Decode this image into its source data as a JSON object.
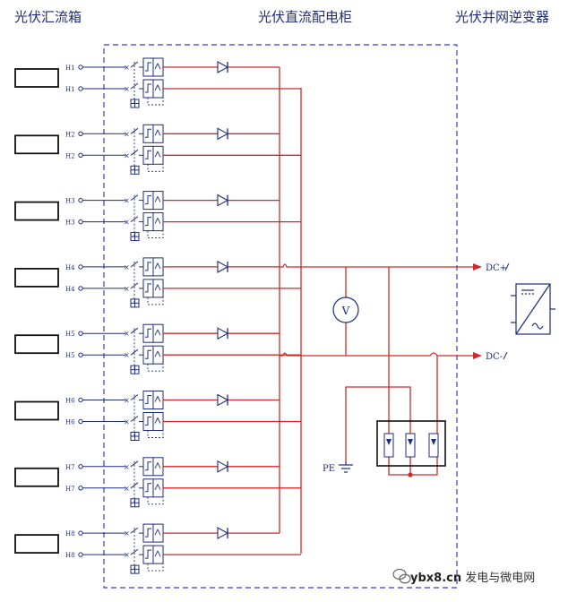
{
  "titles": {
    "combiner": "光伏汇流箱",
    "cabinet": "光伏直流配电柜",
    "inverter": "光伏并网逆变器"
  },
  "inputs": [
    {
      "id": "1",
      "label": "H1"
    },
    {
      "id": "2",
      "label": "H2"
    },
    {
      "id": "3",
      "label": "H3"
    },
    {
      "id": "4",
      "label": "H4"
    },
    {
      "id": "5",
      "label": "H5"
    },
    {
      "id": "6",
      "label": "H6"
    },
    {
      "id": "7",
      "label": "H7"
    },
    {
      "id": "8",
      "label": "H8"
    }
  ],
  "outputs": {
    "positive": "DC+",
    "negative": "DC-"
  },
  "voltmeter": "V",
  "ground": "PE",
  "watermark": {
    "site": "ybx8.cn",
    "text": "发电与微电网"
  },
  "colors": {
    "wire": "#cc2a2a",
    "line": "#1f2d78",
    "boundary": "#3b3fc8",
    "title": "#1f2d78"
  }
}
